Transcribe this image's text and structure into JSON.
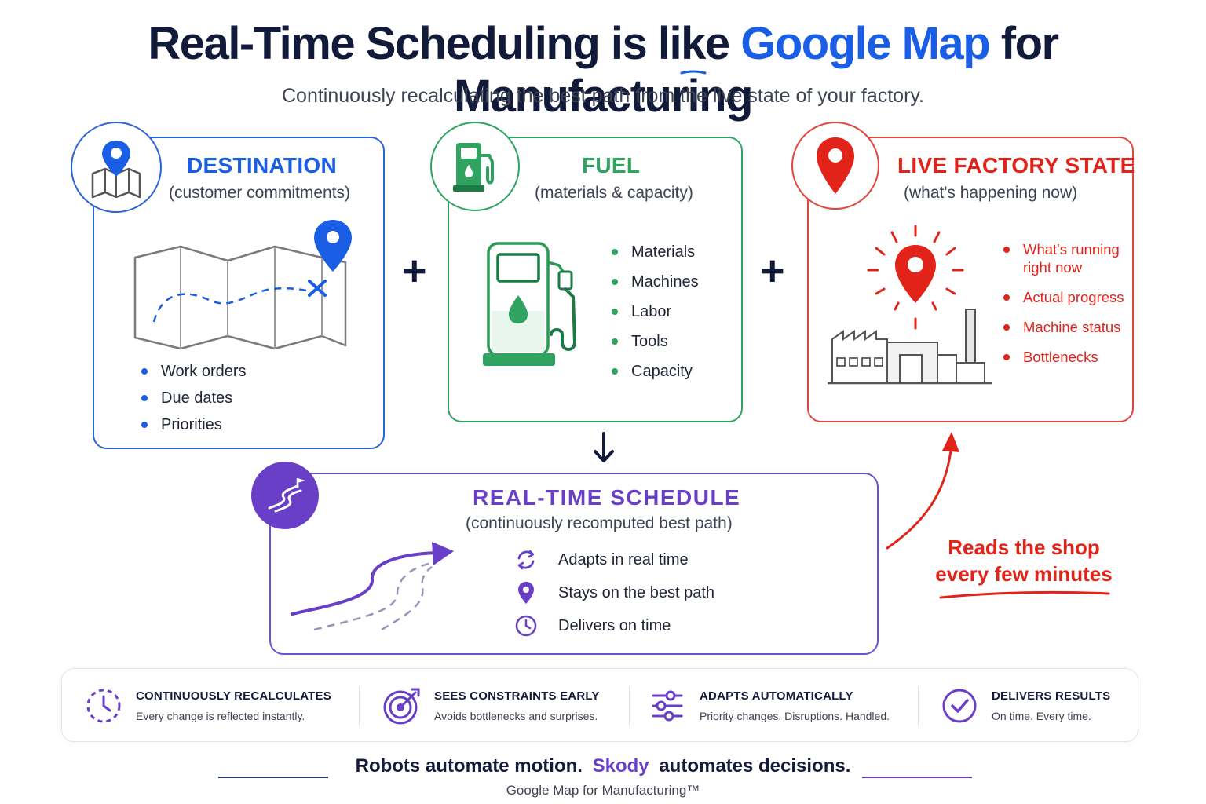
{
  "header": {
    "title_pre": "Real-Time Scheduling is like",
    "title_accent": "Google Map",
    "title_post": "for Manufacturing",
    "subtitle": "Continuously recalculating the best path from the live state of your factory."
  },
  "destination": {
    "title": "DESTINATION",
    "subtitle": "(customer commitments)",
    "items": [
      "Work orders",
      "Due dates",
      "Priorities"
    ]
  },
  "fuel": {
    "title": "FUEL",
    "subtitle": "(materials & capacity)",
    "items": [
      "Materials",
      "Machines",
      "Labor",
      "Tools",
      "Capacity"
    ]
  },
  "live_state": {
    "title": "LIVE FACTORY STATE",
    "subtitle": "(what's happening now)",
    "items": [
      "What's running right now",
      "Actual progress",
      "Machine status",
      "Bottlenecks"
    ]
  },
  "operators": {
    "plus": "+",
    "down_arrow": "↓"
  },
  "schedule": {
    "title": "REAL-TIME SCHEDULE",
    "subtitle": "(continuously recomputed best path)",
    "features": [
      {
        "icon": "refresh-icon",
        "label": "Adapts in real time"
      },
      {
        "icon": "location-pin-icon",
        "label": "Stays on the best path"
      },
      {
        "icon": "clock-icon",
        "label": "Delivers on time"
      }
    ]
  },
  "reads_note": {
    "line1": "Reads the shop",
    "line2": "every few minutes"
  },
  "benefits": [
    {
      "icon": "dashed-clock-icon",
      "title": "CONTINUOUSLY RECALCULATES",
      "desc": "Every change is reflected instantly."
    },
    {
      "icon": "target-icon",
      "title": "SEES CONSTRAINTS EARLY",
      "desc": "Avoids bottlenecks and surprises."
    },
    {
      "icon": "sliders-icon",
      "title": "ADAPTS AUTOMATICALLY",
      "desc": "Priority changes. Disruptions. Handled."
    },
    {
      "icon": "check-circle-icon",
      "title": "DELIVERS RESULTS",
      "desc": "On time. Every time."
    }
  ],
  "tagline": {
    "pre": "Robots automate motion.",
    "brand": "Skody",
    "post": "automates decisions."
  },
  "footer": "Google Map for Manufacturing™",
  "colors": {
    "navy": "#121a3a",
    "blue": "#1a5ee6",
    "green": "#2fa35f",
    "red": "#e2231a",
    "purple": "#6a3fc8"
  }
}
